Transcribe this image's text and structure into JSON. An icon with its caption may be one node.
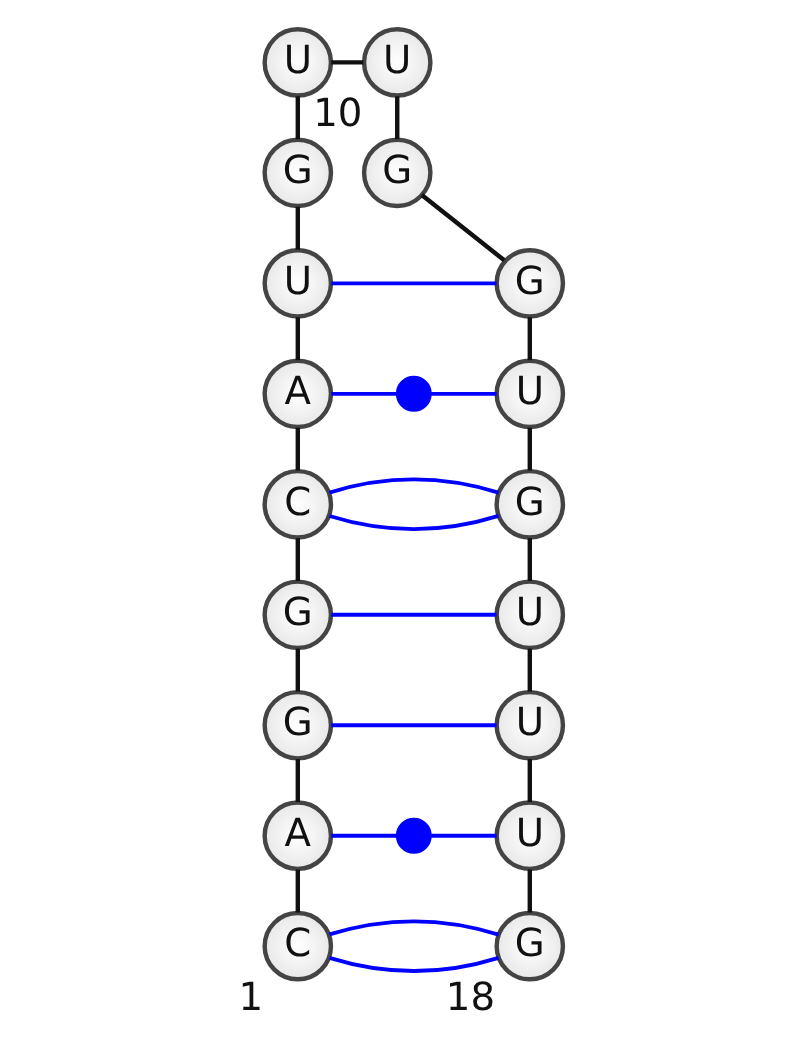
{
  "diagram": {
    "nodes": [
      {
        "text": [
          "C"
        ],
        "beside": [
          "1"
        ]
      },
      {
        "text": [
          "A"
        ]
      },
      {
        "text": [
          "G"
        ]
      },
      {
        "text": [
          "G"
        ]
      },
      {
        "text": [
          "C"
        ]
      },
      {
        "text": [
          "A"
        ]
      },
      {
        "text": [
          "U"
        ]
      },
      {
        "text": [
          "G"
        ]
      },
      {
        "text": [
          "U"
        ]
      },
      {
        "text": [
          "U"
        ],
        "beside": [
          "10"
        ]
      },
      {
        "text": [
          "G"
        ]
      },
      {
        "text": [
          "G"
        ]
      },
      {
        "text": [
          "U"
        ]
      },
      {
        "text": [
          "G"
        ]
      },
      {
        "text": [
          "U"
        ]
      },
      {
        "text": [
          "U"
        ]
      },
      {
        "text": [
          "U"
        ]
      },
      {
        "text": [
          "G"
        ],
        "beside": [
          "18"
        ]
      },
      {
        "text": [],
        "shape": "dot"
      },
      {
        "text": [],
        "shape": "dot"
      }
    ],
    "edges": [
      {
        "from": 0,
        "to": 1,
        "arrow": "none"
      },
      {
        "from": 1,
        "to": 2,
        "arrow": "none"
      },
      {
        "from": 2,
        "to": 3,
        "arrow": "none"
      },
      {
        "from": 3,
        "to": 4,
        "arrow": "none"
      },
      {
        "from": 4,
        "to": 5,
        "arrow": "none"
      },
      {
        "from": 5,
        "to": 6,
        "arrow": "none"
      },
      {
        "from": 6,
        "to": 7,
        "arrow": "none"
      },
      {
        "from": 7,
        "to": 8,
        "arrow": "none"
      },
      {
        "from": 8,
        "to": 9,
        "arrow": "none"
      },
      {
        "from": 9,
        "to": 10,
        "arrow": "none"
      },
      {
        "from": 10,
        "to": 11,
        "arrow": "none"
      },
      {
        "from": 11,
        "to": 12,
        "arrow": "none"
      },
      {
        "from": 12,
        "to": 13,
        "arrow": "none"
      },
      {
        "from": 13,
        "to": 14,
        "arrow": "none"
      },
      {
        "from": 14,
        "to": 15,
        "arrow": "none"
      },
      {
        "from": 15,
        "to": 16,
        "arrow": "none"
      },
      {
        "from": 16,
        "to": 17,
        "arrow": "none"
      },
      {
        "from": 6,
        "to": 11,
        "arrow": "none",
        "color": "#0000ff"
      },
      {
        "from": 5,
        "to": 18,
        "arrow": "none",
        "color": "#0000ff"
      },
      {
        "from": 18,
        "to": 12,
        "arrow": "none",
        "color": "#0000ff"
      },
      {
        "from": 4,
        "to": 13,
        "arrow": "none",
        "color": "#0000ff"
      },
      {
        "from": 4,
        "to": 13,
        "arrow": "none",
        "color": "#0000ff"
      },
      {
        "from": 3,
        "to": 14,
        "arrow": "none",
        "color": "#0000ff"
      },
      {
        "from": 2,
        "to": 15,
        "arrow": "none",
        "color": "#0000ff"
      },
      {
        "from": 1,
        "to": 19,
        "arrow": "none",
        "color": "#0000ff"
      },
      {
        "from": 19,
        "to": 16,
        "arrow": "none",
        "color": "#0000ff"
      },
      {
        "from": 0,
        "to": 17,
        "arrow": "none",
        "color": "#0000ff"
      },
      {
        "from": 0,
        "to": 17,
        "arrow": "none",
        "color": "#0000ff"
      }
    ]
  }
}
